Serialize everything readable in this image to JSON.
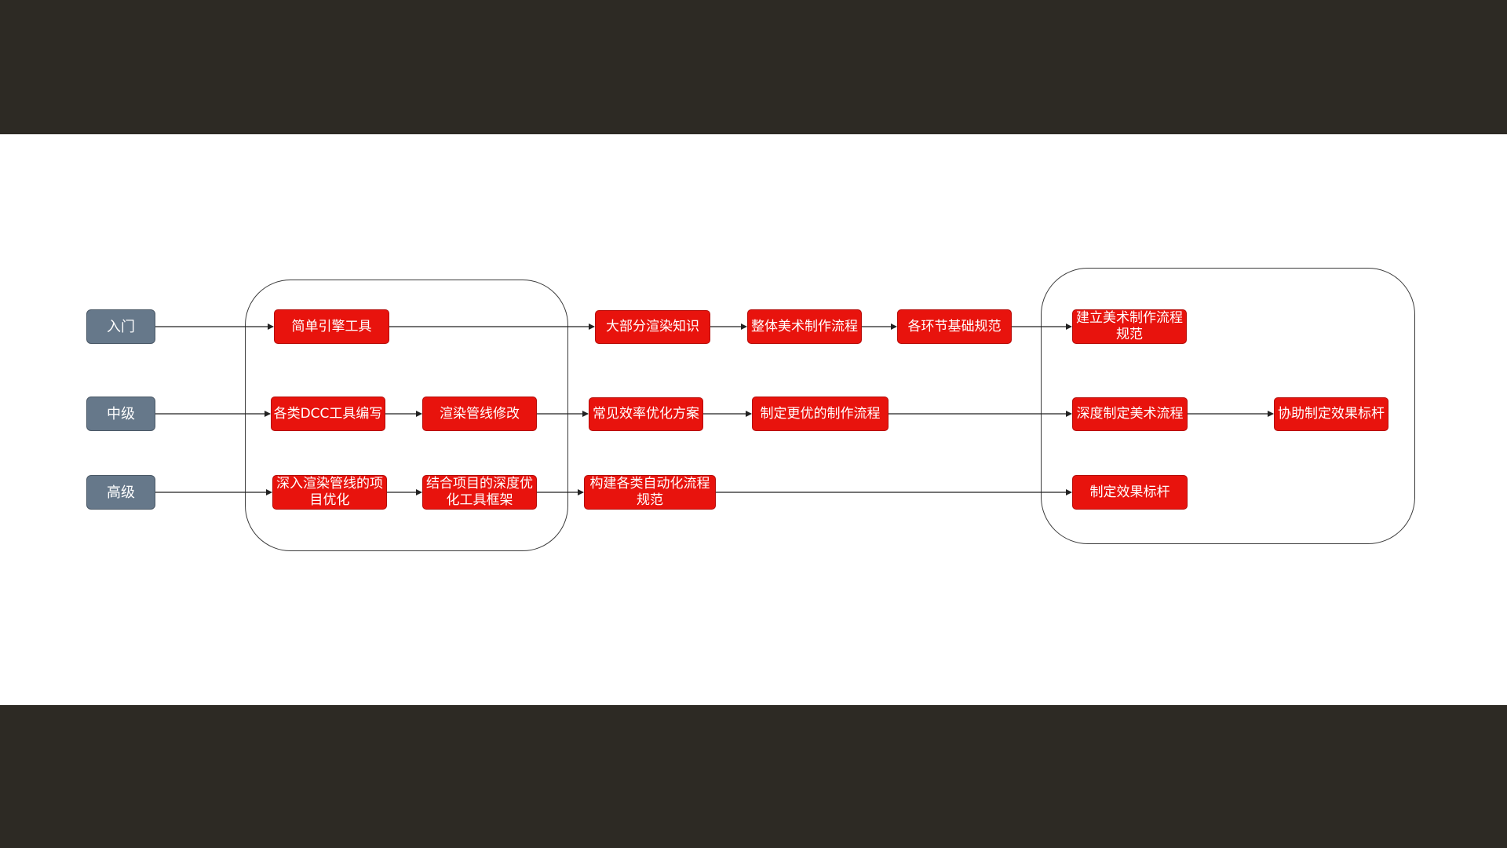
{
  "colors": {
    "background_band": "#2d2a24",
    "canvas": "#ffffff",
    "level_node": "#66788a",
    "task_node": "#e8130d",
    "edge": "#222222"
  },
  "levels": {
    "beginner": "入门",
    "intermediate": "中级",
    "advanced": "高级"
  },
  "nodes": {
    "n1": "简单引擎工具",
    "n2": "大部分渲染知识",
    "n3": "整体美术制作流程",
    "n4": "各环节基础规范",
    "n5": "建立美术制作流程\n规范",
    "n6": "各类DCC工具编写",
    "n7": "渲染管线修改",
    "n8": "常见效率优化方案",
    "n9": "制定更优的制作流程",
    "n10": "深度制定美术流程",
    "n11": "协助制定效果标杆",
    "n12": "深入渲染管线的项\n目优化",
    "n13": "结合项目的深度优\n化工具框架",
    "n14": "构建各类自动化流程\n规范",
    "n15": "制定效果标杆"
  }
}
